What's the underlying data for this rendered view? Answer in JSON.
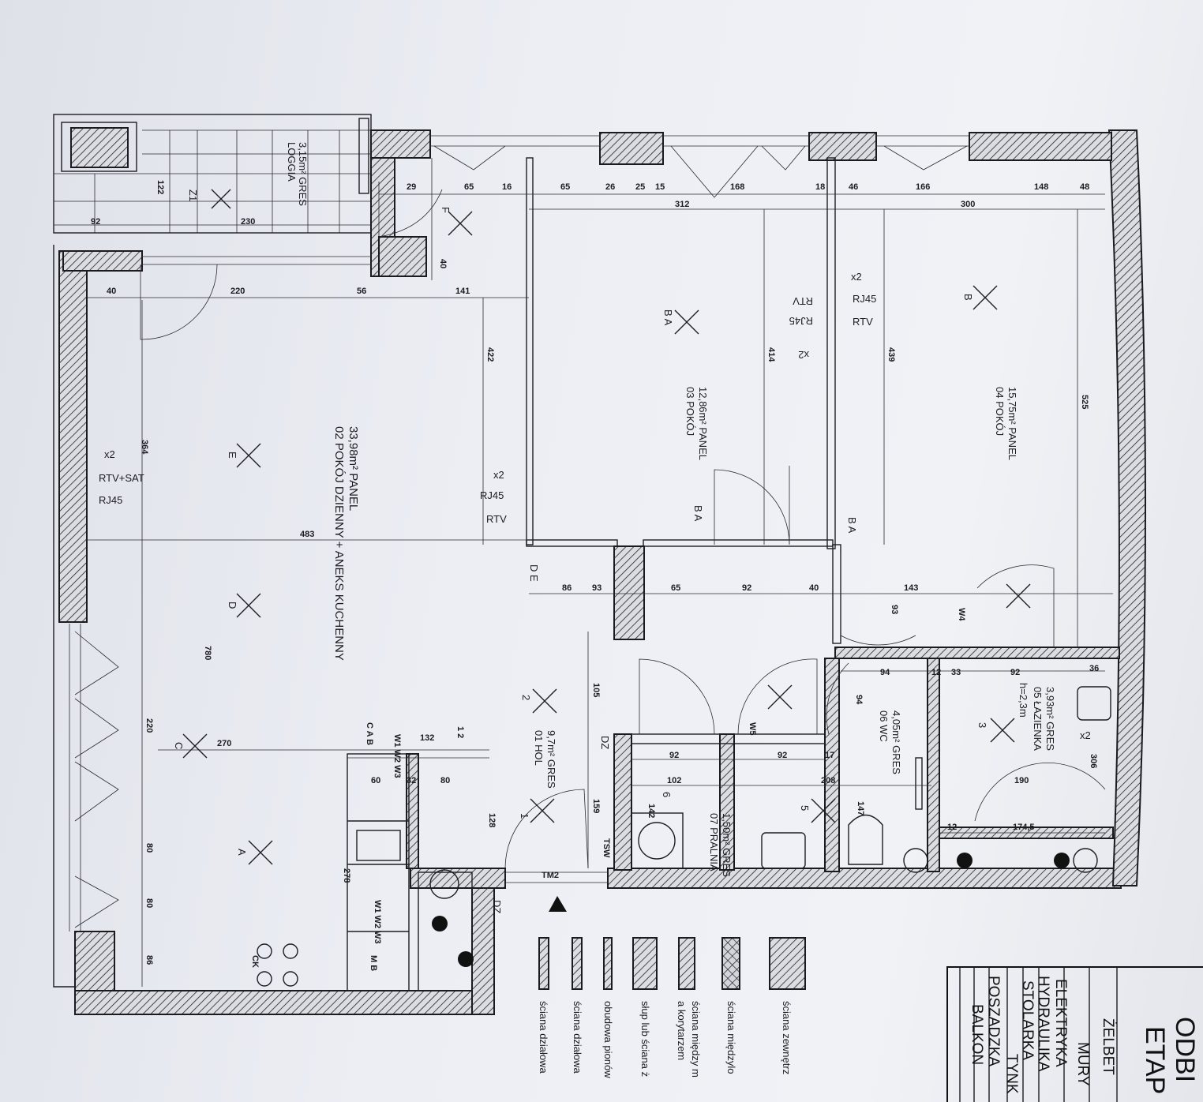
{
  "rooms": [
    {
      "name": "01 HOL",
      "area": "9,7m² GRES"
    },
    {
      "name": "02 POKÓJ DZIENNY + ANEKS KUCHENNY",
      "area": "33,98m² PANEL"
    },
    {
      "name": "03 POKÓJ",
      "area": "12,86m² PANEL"
    },
    {
      "name": "04 POKÓJ",
      "area": "15,75m² PANEL"
    },
    {
      "name": "05 ŁAZIENKA",
      "area": "3,93m² GRES",
      "height": "h=2,3m"
    },
    {
      "name": "06 WC",
      "area": "4,05m² GRES"
    },
    {
      "name": "07 PRALNIA",
      "area": "1,50m² GRES"
    },
    {
      "name": "LOGGIA",
      "area": "3,15m² GRES"
    }
  ],
  "markers": [
    "Z1",
    "F",
    "E",
    "D",
    "C",
    "A",
    "B A",
    "B",
    "2",
    "1",
    "5",
    "3",
    "6",
    "B A",
    "D E",
    "B A"
  ],
  "electrical": [
    "x2",
    "RTV+SAT",
    "RJ45",
    "x2",
    "RJ45",
    "RTV",
    "x2",
    "RTV",
    "RJ45",
    "RJ45",
    "RTV",
    "x2",
    "W1 W2 W3",
    "C A B",
    "1 2",
    "W5",
    "W4",
    "x2",
    "DZ",
    "DZ",
    "TM2",
    "TSW",
    "W1 W2 W3",
    "M B",
    "CK"
  ],
  "dimensions": [
    "122",
    "92",
    "230",
    "29",
    "65",
    "16",
    "65",
    "26",
    "25",
    "15",
    "168",
    "18",
    "46",
    "166",
    "148",
    "48",
    "312",
    "300",
    "40",
    "220",
    "56",
    "141",
    "40",
    "364",
    "483",
    "422",
    "414",
    "439",
    "525",
    "270",
    "780",
    "220",
    "80",
    "80",
    "86",
    "86",
    "93",
    "65",
    "92",
    "40",
    "143",
    "93",
    "105",
    "128",
    "132",
    "60",
    "32",
    "80",
    "278",
    "94",
    "12",
    "33",
    "92",
    "94",
    "102",
    "142",
    "208",
    "190",
    "174,5",
    "12",
    "147",
    "159",
    "92",
    "92",
    "17",
    "306",
    "36"
  ],
  "legend": [
    {
      "label": "ściana zewnętrz"
    },
    {
      "label": "ściana międzylo"
    },
    {
      "label": "ściana między m",
      "label2": "a korytarzem"
    },
    {
      "label": "słup lub ściana ż"
    },
    {
      "label": "obudowa pionów"
    },
    {
      "label": "ściana działowa"
    },
    {
      "label": "ściana działowa"
    }
  ],
  "title_block": {
    "heading1": "ODBI",
    "heading2": "ETAP",
    "rows": [
      "ŻELBET",
      "MURY",
      "ELEKTRYKA",
      "HYDRAULIKA",
      "STOLARKA",
      "TYNK",
      "POSZADZKA",
      "BALKON"
    ]
  }
}
